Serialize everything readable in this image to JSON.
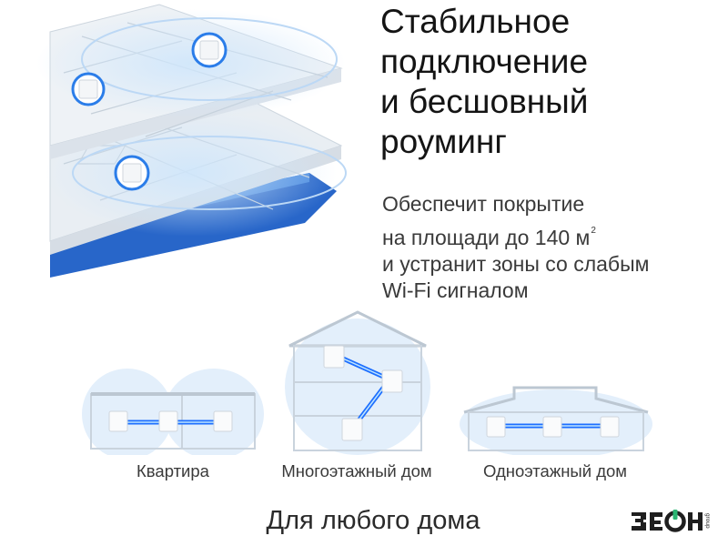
{
  "headline": {
    "line1": "Стабильное",
    "line2": "подключение",
    "line3": "и бесшовный",
    "line4": "роуминг"
  },
  "description": {
    "line1": "Обеспечит покрытие",
    "line2": "на площади до 140 м",
    "line2_sup": "2",
    "line3": "и устранит зоны со слабым",
    "line4": "Wi-Fi сигналом"
  },
  "scenarios": [
    {
      "label": "Квартира",
      "icon": "apartment-mesh-icon",
      "nodes": 3
    },
    {
      "label": "Многоэтажный дом",
      "icon": "multistory-house-mesh-icon",
      "nodes": 3
    },
    {
      "label": "Одноэтажный дом",
      "icon": "single-story-house-mesh-icon",
      "nodes": 3
    }
  ],
  "tagline": "Для любого дома",
  "brand": {
    "name": "ЗЕОН",
    "suffix": "group",
    "accent": "#2bb673"
  },
  "colors": {
    "mesh_link": "#1e6fff",
    "coverage": "#d7e9fb",
    "floor_base": "#2866c9"
  }
}
